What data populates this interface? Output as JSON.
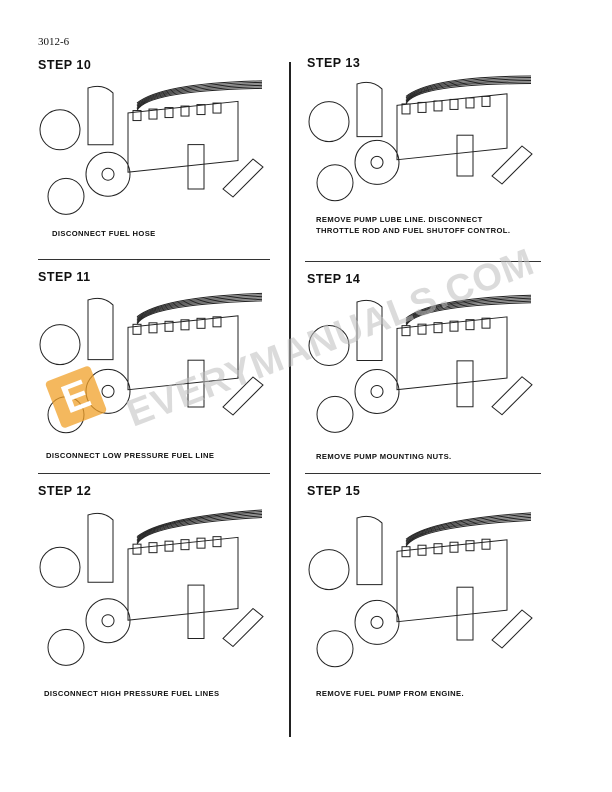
{
  "page_number": "3012-6",
  "steps": [
    {
      "title": "STEP 10",
      "caption": [
        "DISCONNECT FUEL HOSE"
      ]
    },
    {
      "title": "STEP 11",
      "caption": [
        "DISCONNECT LOW PRESSURE FUEL LINE"
      ]
    },
    {
      "title": "STEP 12",
      "caption": [
        "DISCONNECT HIGH PRESSURE FUEL LINES"
      ]
    },
    {
      "title": "STEP 13",
      "caption": [
        "REMOVE PUMP LUBE LINE. DISCONNECT",
        "THROTTLE ROD AND FUEL SHUTOFF CONTROL."
      ]
    },
    {
      "title": "STEP 14",
      "caption": [
        "REMOVE PUMP MOUNTING NUTS."
      ]
    },
    {
      "title": "STEP 15",
      "caption": [
        "REMOVE FUEL PUMP FROM ENGINE."
      ]
    }
  ],
  "watermark": {
    "text": "EVERYMANUALS.COM",
    "logo_letter": "E",
    "color": "#f0a028"
  }
}
